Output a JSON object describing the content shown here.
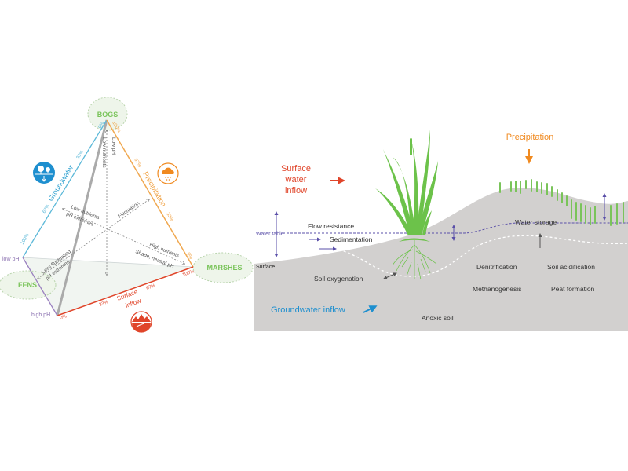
{
  "left_panel": {
    "vertices": {
      "bogs": "BOGS",
      "fens": "FENS",
      "marshes": "MARSHES"
    },
    "ph_labels": {
      "low": "low pH",
      "high": "high pH"
    },
    "axes": {
      "groundwater": {
        "label": "Groundwater",
        "ticks": [
          "0%",
          "33%",
          "67%",
          "100%"
        ],
        "color": "#2a9fcf"
      },
      "precipitation": {
        "label": "Precipitation",
        "ticks": [
          "100%",
          "67%",
          "33%",
          "0%"
        ],
        "color": "#f0a040"
      },
      "surface_inflow": {
        "label_line1": "Surface",
        "label_line2": "inflow",
        "ticks": [
          "0%",
          "33%",
          "67%",
          "100%"
        ],
        "color": "#e0452a"
      }
    },
    "gradients": {
      "bogs_down_a": "Low pH",
      "bogs_down_b": "Low nutrients",
      "low_nutrients_a": "Low nutrients",
      "low_nutrients_b": "pH extremes",
      "fluctuation": "Fluctuation",
      "high_nutrients_a": "High nutrients",
      "high_nutrients_b": "Shade, neutral pH",
      "less_fluct_a": "Less fluctuating",
      "less_fluct_b": "pH extremes"
    },
    "icons": [
      "groundwater-icon",
      "precipitation-icon",
      "surface-inflow-icon"
    ]
  },
  "right_panel": {
    "surface_water_inflow": [
      "Surface",
      "water",
      "inflow"
    ],
    "precipitation": "Precipitation",
    "water_table": "Water table",
    "flow_resistance": "Flow resistance",
    "sedimentation": "Sedimentation",
    "surface": "Surface",
    "soil_oxygenation": "Soil oxygenation",
    "groundwater_inflow": "Groundwater inflow",
    "anoxic_soil": "Anoxic soil",
    "water_storage": "Water storage",
    "denitrification": "Denitrification",
    "soil_acidification": "Soil acidification",
    "methanogenesis": "Methanogenesis",
    "peat_formation": "Peat formation"
  },
  "colors": {
    "wetland_green": "#7ac45a",
    "water_purple": "#5a4fa8",
    "soil_gray": "#d2d0cf",
    "surface_red": "#e0452a",
    "precip_orange": "#f0a040",
    "ground_blue": "#2a9fcf"
  }
}
